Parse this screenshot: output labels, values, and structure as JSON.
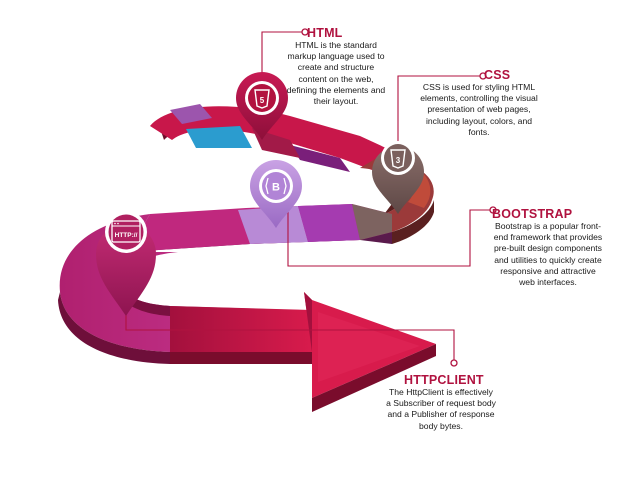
{
  "colors": {
    "crimson": "#c8174a",
    "dark_crimson": "#8e0f33",
    "magenta": "#c0287e",
    "purple": "#a53bb0",
    "lavender": "#b88ad6",
    "taupe": "#7d6360",
    "blue": "#2b9ccf",
    "dark_purple": "#7a1f7a",
    "leader_line": "#b0123f"
  },
  "icons": {
    "html": "html5-shield-icon",
    "css": "css3-shield-icon",
    "bootstrap": "bootstrap-b-icon",
    "httpclient": "http-browser-window-icon"
  },
  "nodes": [
    {
      "id": "html",
      "title": "HTML",
      "description": "HTML is the standard markup language used to create and structure content on the web, defining the elements and their layout."
    },
    {
      "id": "css",
      "title": "CSS",
      "description": "CSS is used for styling HTML elements, controlling the visual presentation of web pages, including layout, colors, and fonts."
    },
    {
      "id": "bootstrap",
      "title": "BOOTSTRAP",
      "description": "Bootstrap is a popular front-end framework that provides pre-built design components and utilities to quickly create responsive and attractive web interfaces."
    },
    {
      "id": "httpclient",
      "title": "HTTPCLIENT",
      "description": "The HttpClient is effectively a Subscriber of request body and a Publisher of response body bytes."
    }
  ],
  "pins": {
    "html_icon_text": "5",
    "css_icon_text": "3",
    "bootstrap_icon_text": "B",
    "httpclient_icon_text": "HTTP://"
  }
}
